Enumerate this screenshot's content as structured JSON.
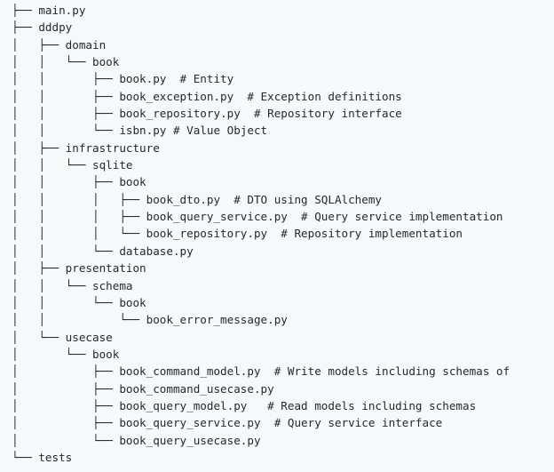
{
  "colors": {
    "background": "#f6f8fa",
    "text": "#24292f"
  },
  "tree": {
    "lines": [
      "├── main.py",
      "├── dddpy",
      "│   ├── domain",
      "│   │   └── book",
      "│   │       ├── book.py  # Entity",
      "│   │       ├── book_exception.py  # Exception definitions",
      "│   │       ├── book_repository.py  # Repository interface",
      "│   │       └── isbn.py # Value Object",
      "│   ├── infrastructure",
      "│   │   └── sqlite",
      "│   │       ├── book",
      "│   │       │   ├── book_dto.py  # DTO using SQLAlchemy",
      "│   │       │   ├── book_query_service.py  # Query service implementation",
      "│   │       │   └── book_repository.py  # Repository implementation",
      "│   │       └── database.py",
      "│   ├── presentation",
      "│   │   └── schema",
      "│   │       └── book",
      "│   │           └── book_error_message.py",
      "│   └── usecase",
      "│       └── book",
      "│           ├── book_command_model.py  # Write models including schemas of",
      "│           ├── book_command_usecase.py",
      "│           ├── book_query_model.py   # Read models including schemas",
      "│           ├── book_query_service.py  # Query service interface",
      "│           └── book_query_usecase.py",
      "└── tests"
    ]
  }
}
